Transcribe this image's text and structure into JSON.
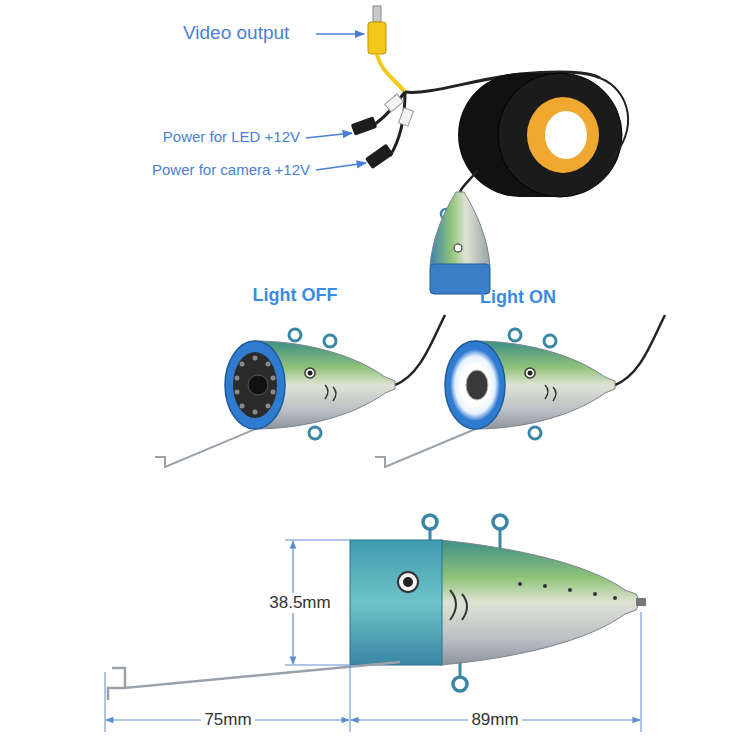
{
  "diagram": {
    "labels": [
      "Video output",
      "Power for LED +12V",
      "Power for camera +12V",
      "Light OFF",
      "Light ON",
      "38.5mm",
      "75mm",
      "89mm"
    ]
  }
}
